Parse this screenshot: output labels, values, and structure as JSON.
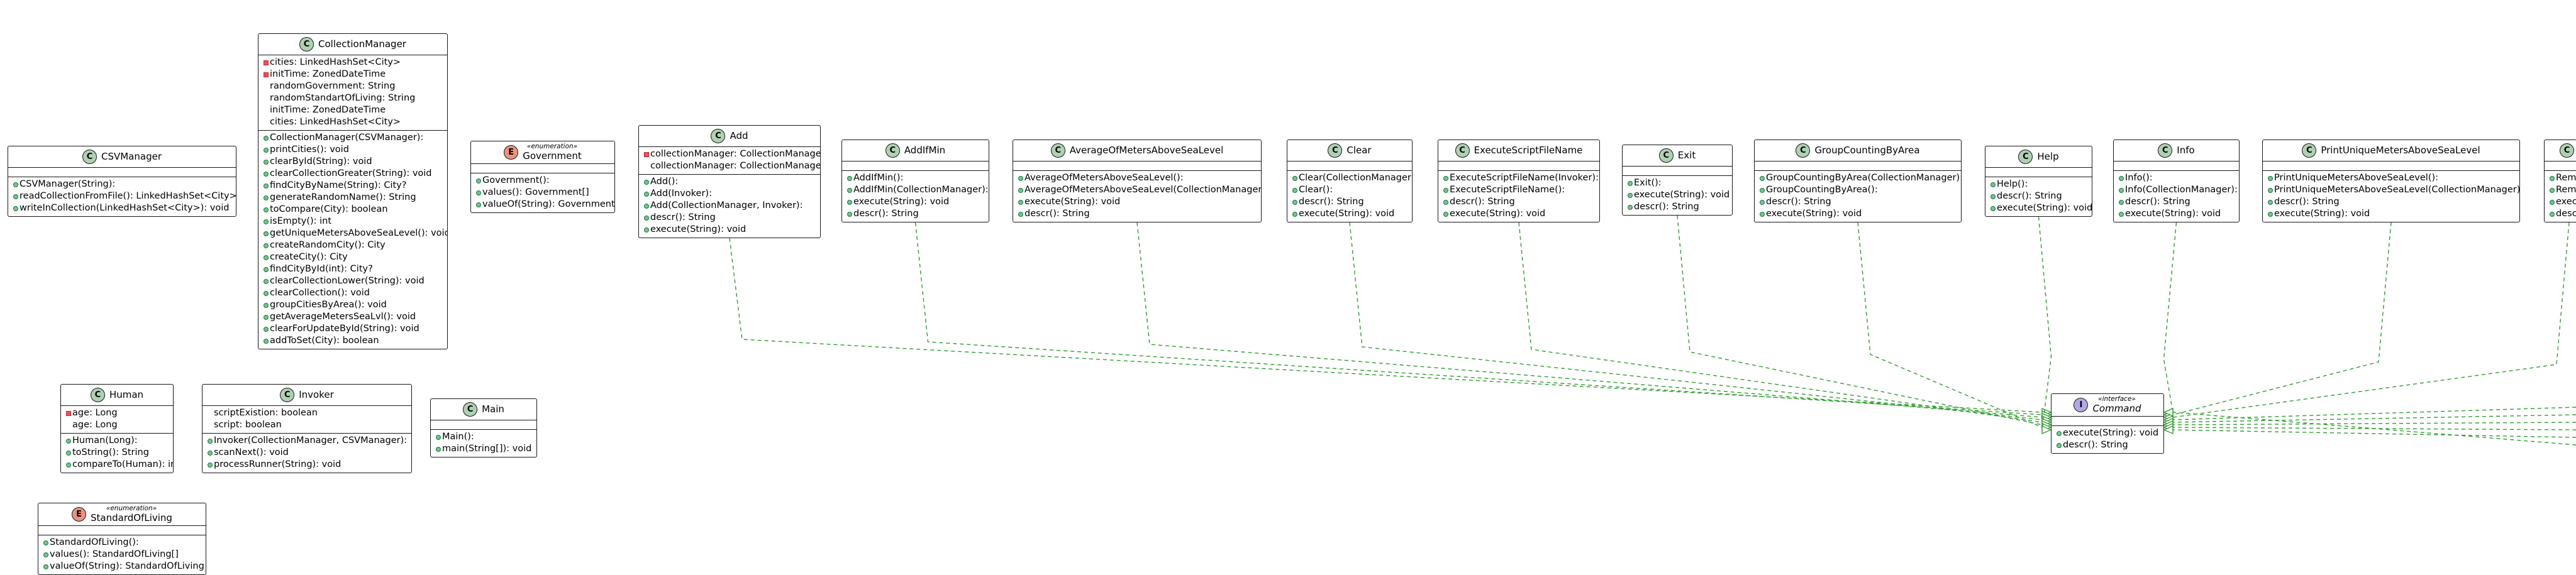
{
  "classes": [
    {
      "id": "CSVManager",
      "kind": "class",
      "name": "CSVManager",
      "stereotype": "",
      "fields": [],
      "methods": [
        {
          "v": "pub",
          "t": "CSVManager(String):"
        },
        {
          "v": "pub",
          "t": "readCollectionFromFile(): LinkedHashSet<City>"
        },
        {
          "v": "pub",
          "t": "writeInCollection(LinkedHashSet<City>): void"
        }
      ]
    },
    {
      "id": "CollectionManager",
      "kind": "class",
      "name": "CollectionManager",
      "stereotype": "",
      "fields": [
        {
          "v": "priv",
          "t": "cities: LinkedHashSet<City>"
        },
        {
          "v": "priv",
          "t": "initTime:  ZonedDateTime"
        },
        {
          "v": "none",
          "t": "randomGovernment: String"
        },
        {
          "v": "none",
          "t": "randomStandartOfLiving: String"
        },
        {
          "v": "none",
          "t": "initTime:  ZonedDateTime"
        },
        {
          "v": "none",
          "t": "cities:  LinkedHashSet<City>"
        }
      ],
      "methods": [
        {
          "v": "pub",
          "t": "CollectionManager(CSVManager):"
        },
        {
          "v": "pub",
          "t": "printCities(): void"
        },
        {
          "v": "pub",
          "t": "clearById(String): void"
        },
        {
          "v": "pub",
          "t": "clearCollectionGreater(String): void"
        },
        {
          "v": "pub",
          "t": "findCityByName(String): City?"
        },
        {
          "v": "pub",
          "t": "generateRandomName(): String"
        },
        {
          "v": "pub",
          "t": "toCompare(City): boolean"
        },
        {
          "v": "pub",
          "t": "isEmpty(): int"
        },
        {
          "v": "pub",
          "t": "getUniqueMetersAboveSeaLevel(): void"
        },
        {
          "v": "pub",
          "t": "createRandomCity(): City"
        },
        {
          "v": "pub",
          "t": "createCity(): City"
        },
        {
          "v": "pub",
          "t": "findCityById(int): City?"
        },
        {
          "v": "pub",
          "t": "clearCollectionLower(String): void"
        },
        {
          "v": "pub",
          "t": "clearCollection(): void"
        },
        {
          "v": "pub",
          "t": "groupCitiesByArea(): void"
        },
        {
          "v": "pub",
          "t": "getAverageMetersSeaLvl(): void"
        },
        {
          "v": "pub",
          "t": "clearForUpdateById(String): void"
        },
        {
          "v": "pub",
          "t": "addToSet(City): boolean"
        }
      ]
    },
    {
      "id": "Government",
      "kind": "enum",
      "name": "Government",
      "stereotype": "«enumeration»",
      "fields": [],
      "methods": [
        {
          "v": "pub",
          "t": "Government():"
        },
        {
          "v": "pub",
          "t": "values(): Government[]"
        },
        {
          "v": "pub",
          "t": "valueOf(String): Government"
        }
      ]
    },
    {
      "id": "Add",
      "kind": "class",
      "name": "Add",
      "stereotype": "",
      "fields": [
        {
          "v": "priv",
          "t": "collectionManager: CollectionManager"
        },
        {
          "v": "none",
          "t": "collectionManager: CollectionManager"
        }
      ],
      "methods": [
        {
          "v": "pub",
          "t": "Add():"
        },
        {
          "v": "pub",
          "t": "Add(Invoker):"
        },
        {
          "v": "pub",
          "t": "Add(CollectionManager, Invoker):"
        },
        {
          "v": "pub",
          "t": "descr(): String"
        },
        {
          "v": "pub",
          "t": "execute(String): void"
        }
      ]
    },
    {
      "id": "AddIfMin",
      "kind": "class",
      "name": "AddIfMin",
      "stereotype": "",
      "fields": [],
      "methods": [
        {
          "v": "pub",
          "t": "AddIfMin():"
        },
        {
          "v": "pub",
          "t": "AddIfMin(CollectionManager):"
        },
        {
          "v": "pub",
          "t": "execute(String): void"
        },
        {
          "v": "pub",
          "t": "descr(): String"
        }
      ]
    },
    {
      "id": "AverageOfMetersAboveSeaLevel",
      "kind": "class",
      "name": "AverageOfMetersAboveSeaLevel",
      "stereotype": "",
      "fields": [],
      "methods": [
        {
          "v": "pub",
          "t": "AverageOfMetersAboveSeaLevel():"
        },
        {
          "v": "pub",
          "t": "AverageOfMetersAboveSeaLevel(CollectionManager):"
        },
        {
          "v": "pub",
          "t": "execute(String): void"
        },
        {
          "v": "pub",
          "t": "descr(): String"
        }
      ]
    },
    {
      "id": "Clear",
      "kind": "class",
      "name": "Clear",
      "stereotype": "",
      "fields": [],
      "methods": [
        {
          "v": "pub",
          "t": "Clear(CollectionManager):"
        },
        {
          "v": "pub",
          "t": "Clear():"
        },
        {
          "v": "pub",
          "t": "descr(): String"
        },
        {
          "v": "pub",
          "t": "execute(String): void"
        }
      ]
    },
    {
      "id": "ExecuteScriptFileName",
      "kind": "class",
      "name": "ExecuteScriptFileName",
      "stereotype": "",
      "fields": [],
      "methods": [
        {
          "v": "pub",
          "t": "ExecuteScriptFileName(Invoker):"
        },
        {
          "v": "pub",
          "t": "ExecuteScriptFileName():"
        },
        {
          "v": "pub",
          "t": "descr(): String"
        },
        {
          "v": "pub",
          "t": "execute(String): void"
        }
      ]
    },
    {
      "id": "Exit",
      "kind": "class",
      "name": "Exit",
      "stereotype": "",
      "fields": [],
      "methods": [
        {
          "v": "pub",
          "t": "Exit():"
        },
        {
          "v": "pub",
          "t": "execute(String): void"
        },
        {
          "v": "pub",
          "t": "descr(): String"
        }
      ]
    },
    {
      "id": "GroupCountingByArea",
      "kind": "class",
      "name": "GroupCountingByArea",
      "stereotype": "",
      "fields": [],
      "methods": [
        {
          "v": "pub",
          "t": "GroupCountingByArea(CollectionManager):"
        },
        {
          "v": "pub",
          "t": "GroupCountingByArea():"
        },
        {
          "v": "pub",
          "t": "descr(): String"
        },
        {
          "v": "pub",
          "t": "execute(String): void"
        }
      ]
    },
    {
      "id": "Help",
      "kind": "class",
      "name": "Help",
      "stereotype": "",
      "fields": [],
      "methods": [
        {
          "v": "pub",
          "t": "Help():"
        },
        {
          "v": "pub",
          "t": "descr(): String"
        },
        {
          "v": "pub",
          "t": "execute(String): void"
        }
      ]
    },
    {
      "id": "Info",
      "kind": "class",
      "name": "Info",
      "stereotype": "",
      "fields": [],
      "methods": [
        {
          "v": "pub",
          "t": "Info():"
        },
        {
          "v": "pub",
          "t": "Info(CollectionManager):"
        },
        {
          "v": "pub",
          "t": "descr(): String"
        },
        {
          "v": "pub",
          "t": "execute(String): void"
        }
      ]
    },
    {
      "id": "PrintUniqueMetersAboveSeaLevel",
      "kind": "class",
      "name": "PrintUniqueMetersAboveSeaLevel",
      "stereotype": "",
      "fields": [],
      "methods": [
        {
          "v": "pub",
          "t": "PrintUniqueMetersAboveSeaLevel():"
        },
        {
          "v": "pub",
          "t": "PrintUniqueMetersAboveSeaLevel(CollectionManager):"
        },
        {
          "v": "pub",
          "t": "descr(): String"
        },
        {
          "v": "pub",
          "t": "execute(String): void"
        }
      ]
    },
    {
      "id": "Remove",
      "kind": "class",
      "name": "",
      "stereotype": "",
      "fields": [],
      "methods": [
        {
          "v": "pub",
          "t": "Remo"
        },
        {
          "v": "pub",
          "t": "Remo"
        },
        {
          "v": "pub",
          "t": "execu"
        },
        {
          "v": "pub",
          "t": "descr"
        }
      ]
    },
    {
      "id": "Human",
      "kind": "class",
      "name": "Human",
      "stereotype": "",
      "fields": [
        {
          "v": "priv",
          "t": "age: Long"
        },
        {
          "v": "none",
          "t": "age: Long"
        }
      ],
      "methods": [
        {
          "v": "pub",
          "t": "Human(Long):"
        },
        {
          "v": "pub",
          "t": "toString(): String"
        },
        {
          "v": "pub",
          "t": "compareTo(Human): int"
        }
      ]
    },
    {
      "id": "Invoker",
      "kind": "class",
      "name": "Invoker",
      "stereotype": "",
      "fields": [
        {
          "v": "none",
          "t": "scriptExistion: boolean"
        },
        {
          "v": "none",
          "t": "script: boolean"
        }
      ],
      "methods": [
        {
          "v": "pub",
          "t": "Invoker(CollectionManager, CSVManager):"
        },
        {
          "v": "pub",
          "t": "scanNext(): void"
        },
        {
          "v": "pub",
          "t": "processRunner(String): void"
        }
      ]
    },
    {
      "id": "Main",
      "kind": "class",
      "name": "Main",
      "stereotype": "",
      "fields": [],
      "methods": [
        {
          "v": "pub",
          "t": "Main():"
        },
        {
          "v": "pub",
          "t": "main(String[]): void"
        }
      ]
    },
    {
      "id": "Command",
      "kind": "interface",
      "name": "Command",
      "stereotype": "«interface»",
      "fields": [],
      "methods": [
        {
          "v": "pub",
          "t": "execute(String): void"
        },
        {
          "v": "pub",
          "t": "descr(): String"
        }
      ]
    },
    {
      "id": "StandardOfLiving",
      "kind": "enum",
      "name": "StandardOfLiving",
      "stereotype": "«enumeration»",
      "fields": [],
      "methods": [
        {
          "v": "pub",
          "t": "StandardOfLiving():"
        },
        {
          "v": "pub",
          "t": "values(): StandardOfLiving[]"
        },
        {
          "v": "pub",
          "t": "valueOf(String): StandardOfLiving"
        }
      ]
    }
  ],
  "badges": {
    "class": "C",
    "enum": "E",
    "interface": "I"
  },
  "colors": {
    "class_badge": "#add1b2",
    "enum_badge": "#eb937f",
    "interface_badge": "#b4a7e5",
    "realization_edge": "#2e9e2e",
    "border": "#181818"
  },
  "edges": [
    {
      "from": "Add",
      "to": "Command",
      "type": "realization"
    },
    {
      "from": "AddIfMin",
      "to": "Command",
      "type": "realization"
    },
    {
      "from": "AverageOfMetersAboveSeaLevel",
      "to": "Command",
      "type": "realization"
    },
    {
      "from": "Clear",
      "to": "Command",
      "type": "realization"
    },
    {
      "from": "ExecuteScriptFileName",
      "to": "Command",
      "type": "realization"
    },
    {
      "from": "Exit",
      "to": "Command",
      "type": "realization"
    },
    {
      "from": "GroupCountingByArea",
      "to": "Command",
      "type": "realization"
    },
    {
      "from": "Help",
      "to": "Command",
      "type": "realization"
    },
    {
      "from": "Info",
      "to": "Command",
      "type": "realization"
    },
    {
      "from": "PrintUniqueMetersAboveSeaLevel",
      "to": "Command",
      "type": "realization"
    },
    {
      "from": "Remove",
      "to": "Command",
      "type": "realization"
    },
    {
      "from": "offscreen-1",
      "to": "Command",
      "type": "realization"
    },
    {
      "from": "offscreen-2",
      "to": "Command",
      "type": "realization"
    },
    {
      "from": "offscreen-3",
      "to": "Command",
      "type": "realization"
    },
    {
      "from": "offscreen-4",
      "to": "Command",
      "type": "realization"
    },
    {
      "from": "offscreen-5",
      "to": "Command",
      "type": "realization"
    },
    {
      "from": "offscreen-6",
      "to": "Command",
      "type": "realization"
    }
  ]
}
